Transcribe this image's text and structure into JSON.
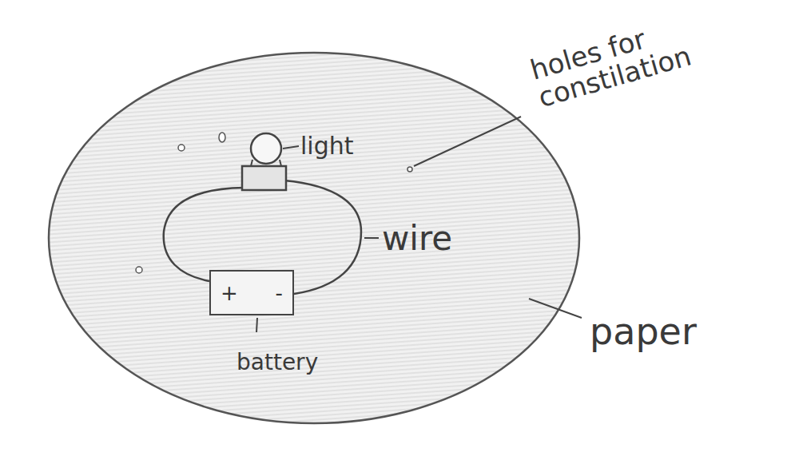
{
  "diagram": {
    "nodes": [
      {
        "text": [
          "+",
          "-"
        ]
      }
    ],
    "labels": [
      "light",
      "wire",
      "holes for constilation",
      "paper",
      "battery"
    ]
  }
}
